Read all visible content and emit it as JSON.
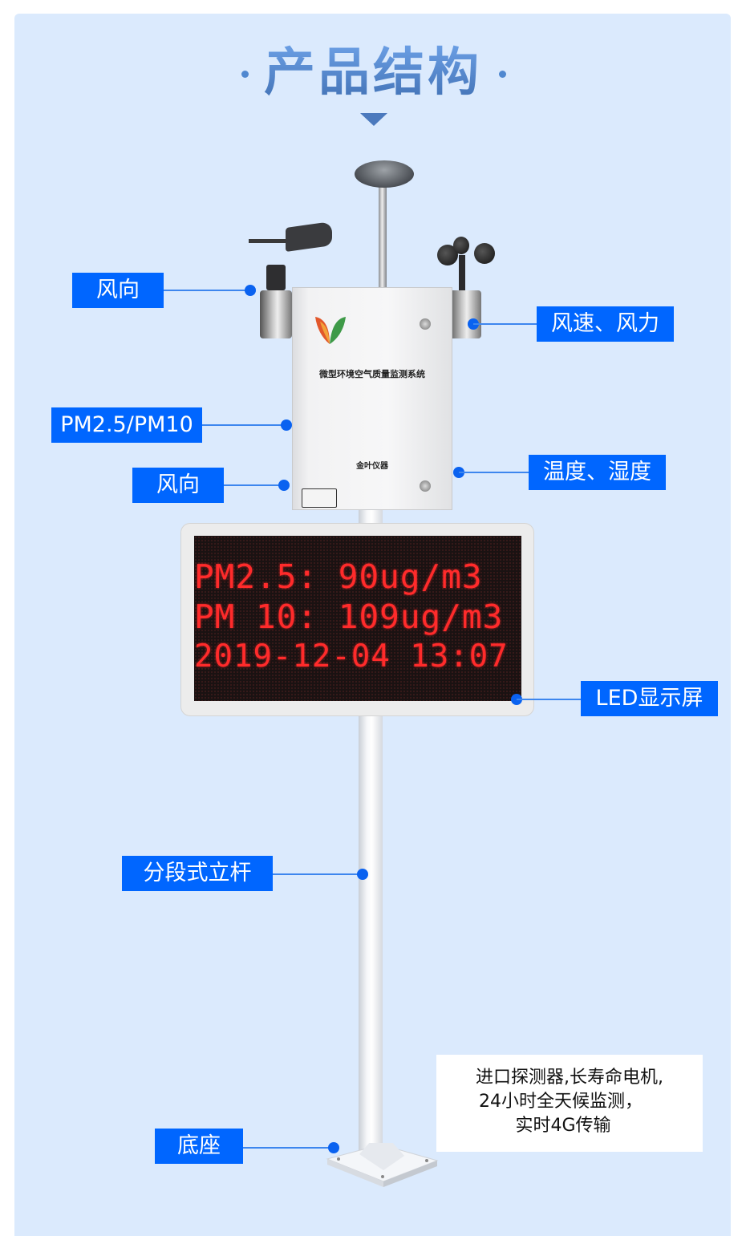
{
  "header": {
    "title": "产品结构",
    "colors": {
      "title_gradient_top": "#6ea2e8",
      "title_gradient_bottom": "#3f6fb2",
      "panel_bg": "#dbeafd",
      "label_bg": "#0066ff",
      "connector": "#3d86ee"
    }
  },
  "device": {
    "enclosure_title": "微型环境空气质量监测系统",
    "enclosure_brand": "金叶仪器"
  },
  "led_display": {
    "lines": [
      "PM2.5: 90ug/m3",
      "PM 10: 109ug/m3",
      "2019-12-04 13:07"
    ],
    "readings": {
      "pm25": "90ug/m3",
      "pm10": "109ug/m3",
      "date": "2019-12-04",
      "time": "13:07"
    }
  },
  "callouts": [
    {
      "label": "风向",
      "side": "left"
    },
    {
      "label": "风速、风力",
      "side": "right"
    },
    {
      "label": "PM2.5/PM10",
      "side": "left"
    },
    {
      "label": "风向",
      "side": "left"
    },
    {
      "label": "温度、湿度",
      "side": "right"
    },
    {
      "label": "LED显示屏",
      "side": "right"
    },
    {
      "label": "分段式立杆",
      "side": "left"
    },
    {
      "label": "底座",
      "side": "left"
    }
  ],
  "feature_note": {
    "lines": [
      "进口探测器,长寿命电机,",
      "24小时全天候监测，",
      "实时4G传输"
    ]
  }
}
